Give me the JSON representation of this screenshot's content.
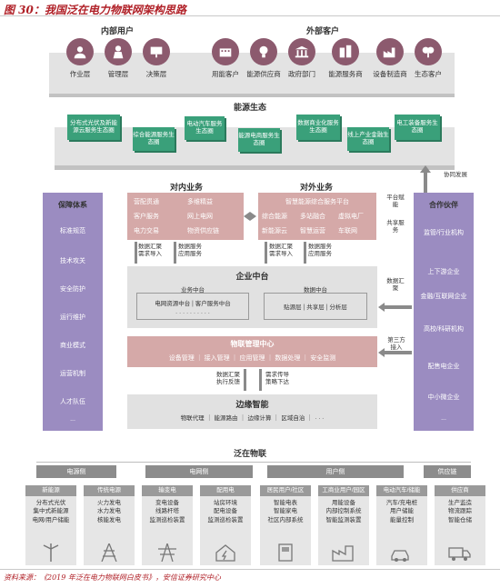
{
  "title": "图 30：我国泛在电力物联网架构思路",
  "source": "资料来源：《2019 年泛在电力物联网白皮书》，安信证券研究中心",
  "colors": {
    "accent_red": "#b02027",
    "icon_purple": "#8c5a6e",
    "green": "#3aa07a",
    "pink": "#d5a9a8",
    "purple": "#9b8cc1"
  },
  "internal_users": {
    "title": "内部用户",
    "items": [
      {
        "label": "作业层",
        "icon": "gear-person-icon"
      },
      {
        "label": "管理层",
        "icon": "person-icon"
      },
      {
        "label": "决策层",
        "icon": "board-icon"
      }
    ]
  },
  "external_customers": {
    "title": "外部客户",
    "items": [
      {
        "label": "用能客户",
        "icon": "people-icon"
      },
      {
        "label": "能源供应商",
        "icon": "bulb-icon"
      },
      {
        "label": "政府部门",
        "icon": "government-icon"
      },
      {
        "label": "能源服务商",
        "icon": "buildings-icon"
      },
      {
        "label": "设备制造商",
        "icon": "factory-icon"
      },
      {
        "label": "生态客户",
        "icon": "tree-icon"
      }
    ]
  },
  "ecosystem": {
    "title": "能源生态",
    "blocks": [
      "分布式光伏及新能源云服务生态圈",
      "综合能源服务生态圈",
      "电动汽车服务生态圈",
      "能源电商服务生态圈",
      "数据商业化服务生态圈",
      "线上产业金融生态圈",
      "电工装备服务生态圈"
    ]
  },
  "internal_business": {
    "title": "对内业务",
    "rows": [
      [
        "营配贯通",
        "多维精益"
      ],
      [
        "客户服务",
        "网上电网"
      ],
      [
        "电力交易",
        "物资供应链"
      ]
    ]
  },
  "external_business": {
    "title": "对外业务",
    "header": "智慧能源综合服务平台",
    "rows": [
      [
        "综合能源",
        "多站融合",
        "虚拟电厂"
      ],
      [
        "新能源云",
        "智慧运营",
        "车联网"
      ]
    ]
  },
  "left_panel": {
    "title": "保障体系",
    "items": [
      "标准规范",
      "技术攻关",
      "安全防护",
      "运行维护",
      "商业模式",
      "运营机制",
      "人才队伍",
      "..."
    ]
  },
  "right_panel": {
    "title": "合作伙伴",
    "items": [
      "监管/行业机构",
      "上下游企业",
      "金融/互联网企业",
      "高校/科研机构",
      "配售电企业",
      "中小微企业",
      "..."
    ]
  },
  "side_notes": {
    "top_right": "协同发展",
    "platform_enable": "平台赋能",
    "shared_service": "共享服务",
    "data_gather": "数据汇聚",
    "third_party": "第三方接入"
  },
  "flow_labels": {
    "left_upper": "数据汇聚\n需求导入",
    "left_upper_2": "数据服务\n应用服务",
    "right_upper": "数据汇聚\n需求导入",
    "right_upper_2": "数据服务\n应用服务",
    "lower_left": "数据汇聚\n执行反馈",
    "lower_right": "需求传导\n策略下达"
  },
  "enterprise_platform": {
    "title": "企业中台",
    "business_title": "业务中台",
    "business_items": [
      "电网资源中台",
      "客户服务中台",
      "· · · · · · · · · ·"
    ],
    "data_title": "数据中台",
    "data_items": [
      "贴源层",
      "共享层",
      "分析层"
    ]
  },
  "iot_center": {
    "title": "物联管理中心",
    "items": [
      "设备管理",
      "接入管理",
      "应用管理",
      "数据处理",
      "安全监测"
    ]
  },
  "edge": {
    "title": "边缘智能",
    "items": [
      "物联代理",
      "能源路由",
      "边缘计算",
      "区域自治",
      "· · ·"
    ]
  },
  "ubiquitous": {
    "title": "泛在物联",
    "categories": [
      "电源侧",
      "电网侧",
      "用户侧",
      "供应链"
    ],
    "cards": [
      {
        "head": "新能源",
        "lines": [
          "分布式光伏",
          "集中式新能源",
          "电网/用户储能"
        ]
      },
      {
        "head": "传统电源",
        "lines": [
          "火力发电",
          "水力发电",
          "核能发电"
        ]
      },
      {
        "head": "输变电",
        "lines": [
          "变电设备",
          "线路杆塔",
          "监测巡检装置"
        ]
      },
      {
        "head": "配用电",
        "lines": [
          "站房环境",
          "配电设备",
          "监测巡检装置"
        ]
      },
      {
        "head": "居民用户/社区",
        "lines": [
          "智能电表",
          "智能家电",
          "社区内部系统"
        ]
      },
      {
        "head": "工商业用户/园区",
        "lines": [
          "用能设备",
          "内部控制系统",
          "智能监测装置"
        ]
      },
      {
        "head": "电动汽车/储能",
        "lines": [
          "汽车/充电桩",
          "用户储能",
          "能量控制"
        ]
      },
      {
        "head": "供应商",
        "lines": [
          "生产监造",
          "物流跟踪",
          "智能仓储"
        ]
      }
    ]
  }
}
